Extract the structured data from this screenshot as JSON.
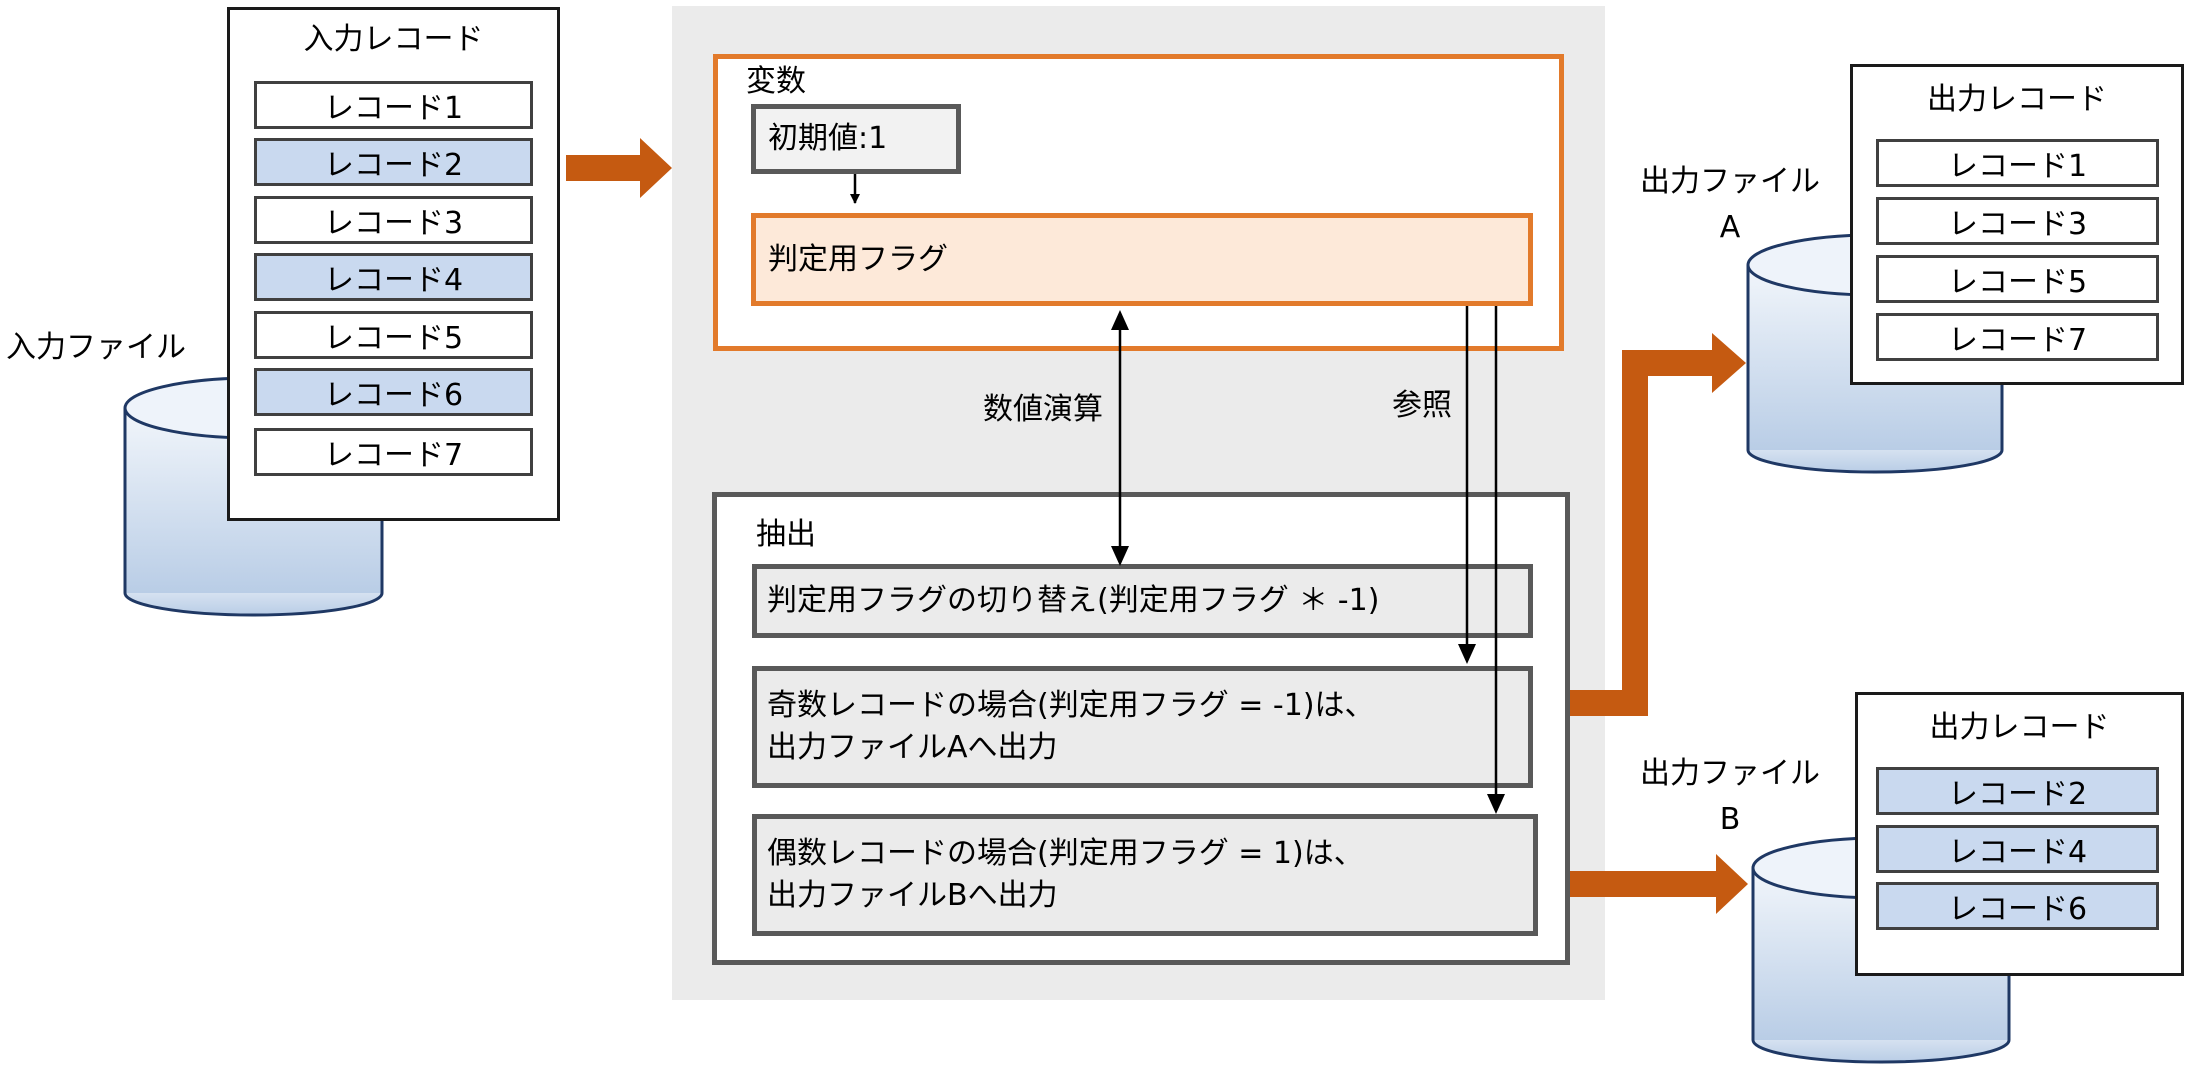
{
  "input": {
    "file_label": "入力ファイル",
    "records_title": "入力レコード",
    "records": [
      "レコード1",
      "レコード2",
      "レコード3",
      "レコード4",
      "レコード5",
      "レコード6",
      "レコード7"
    ]
  },
  "variables": {
    "title": "変数",
    "initial_value": "初期値:1",
    "flag": "判定用フラグ"
  },
  "labels": {
    "numeric_op": "数値演算",
    "reference": "参照"
  },
  "extract": {
    "title": "抽出",
    "toggle": "判定用フラグの切り替え(判定用フラグ ＊ -1)",
    "odd_line1": "奇数レコードの場合(判定用フラグ = -1)は、",
    "odd_line2": "出力ファイルAへ出力",
    "even_line1": "偶数レコードの場合(判定用フラグ = 1)は、",
    "even_line2": "出力ファイルBへ出力"
  },
  "output_a": {
    "file_label_line1": "出力ファイル",
    "file_label_line2": "A",
    "records_title": "出力レコード",
    "records": [
      "レコード1",
      "レコード3",
      "レコード5",
      "レコード7"
    ]
  },
  "output_b": {
    "file_label_line1": "出力ファイル",
    "file_label_line2": "B",
    "records_title": "出力レコード",
    "records": [
      "レコード2",
      "レコード4",
      "レコード6"
    ]
  },
  "colors": {
    "flow_arrow": "#c55a11",
    "variable_border": "#e27a2b",
    "flag_fill": "#fde9d9",
    "record_highlight": "#c9d9ef",
    "cylinder_fill": "#dbe6f4",
    "process_area": "#ebebeb"
  }
}
